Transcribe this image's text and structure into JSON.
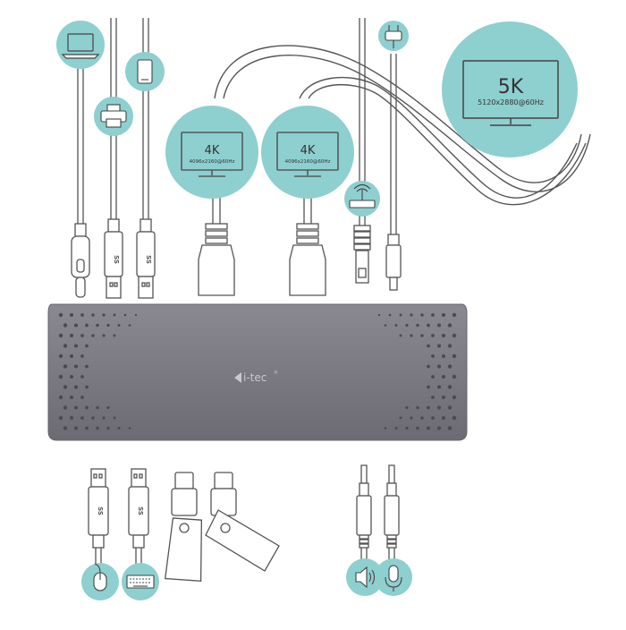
{
  "colors": {
    "teal": "#8ecfcf",
    "dock_body": "#7a7880",
    "dock_edge": "#67656c",
    "hole": "#4b4a50",
    "cable": "#555555",
    "logo": "#c9c8cc"
  },
  "dock": {
    "brand": "i-tec",
    "trademark": "®"
  },
  "monitors": {
    "left_4k": {
      "resolution_label": "4K",
      "mode": "4096x2160@60Hz"
    },
    "right_4k": {
      "resolution_label": "4K",
      "mode": "4096x2160@60Hz"
    },
    "main_5k": {
      "resolution_label": "5K",
      "mode": "5120x2880@60Hz"
    }
  },
  "icons": {
    "top": [
      "laptop-icon",
      "printer-icon",
      "smartphone-icon",
      "router-icon",
      "power-plug-icon"
    ],
    "bottom": [
      "mouse-icon",
      "keyboard-icon",
      "speaker-icon",
      "microphone-icon"
    ]
  },
  "connectors": {
    "usb_logo": "SS"
  }
}
